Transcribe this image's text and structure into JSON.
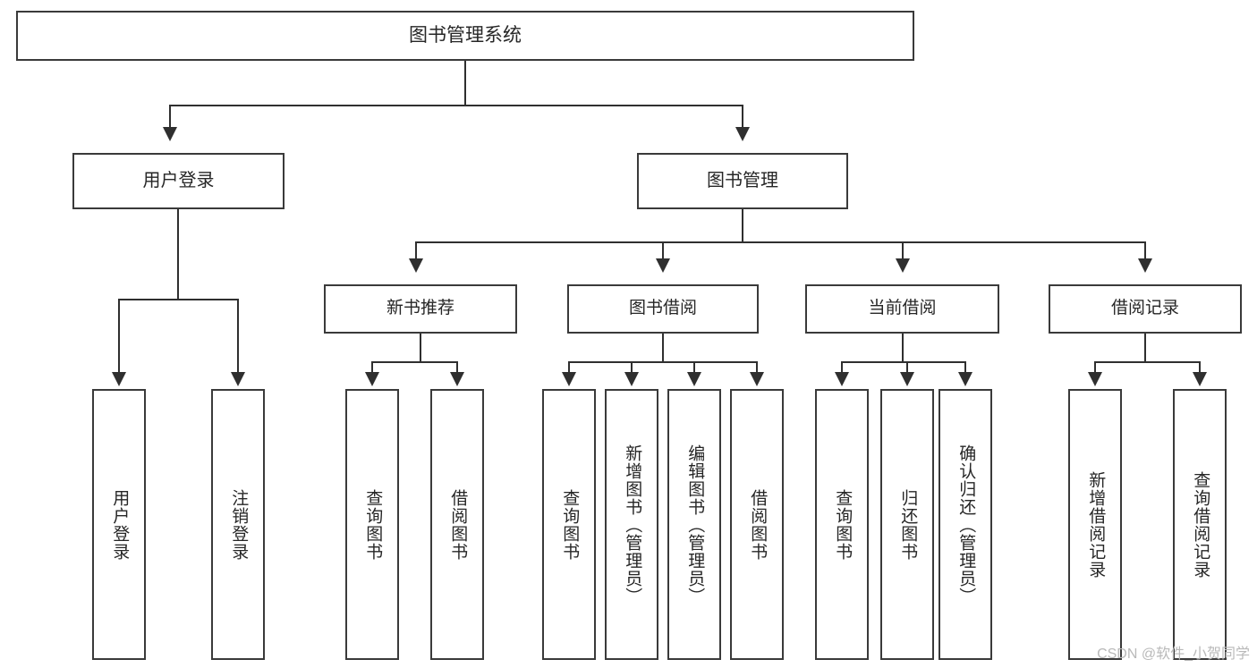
{
  "diagram": {
    "title": "图书管理系统",
    "root": {
      "label": "图书管理系统"
    },
    "level1": [
      {
        "label": "用户登录"
      },
      {
        "label": "图书管理"
      }
    ],
    "level2": [
      {
        "label": "新书推荐"
      },
      {
        "label": "图书借阅"
      },
      {
        "label": "当前借阅"
      },
      {
        "label": "借阅记录"
      }
    ],
    "leaves": {
      "user_login": [
        {
          "label": "用户登录"
        },
        {
          "label": "注销登录"
        }
      ],
      "new_book_recommend": [
        {
          "label": "查询图书"
        },
        {
          "label": "借阅图书"
        }
      ],
      "book_borrow": [
        {
          "label": "查询图书"
        },
        {
          "label": "新增图书（管理员）"
        },
        {
          "label": "编辑图书（管理员）"
        },
        {
          "label": "借阅图书"
        }
      ],
      "current_borrow": [
        {
          "label": "查询图书"
        },
        {
          "label": "归还图书"
        },
        {
          "label": "确认归还（管理员）"
        }
      ],
      "borrow_record": [
        {
          "label": "新增借阅记录"
        },
        {
          "label": "查询借阅记录"
        }
      ]
    }
  },
  "watermark": {
    "text": "CSDN @软件_小贺同学"
  },
  "colors": {
    "background": "#ffffff",
    "box_border": "#3a3a3a",
    "connector": "#2f2f2f",
    "text": "#262626",
    "watermark_text": "#b9b9b9"
  }
}
